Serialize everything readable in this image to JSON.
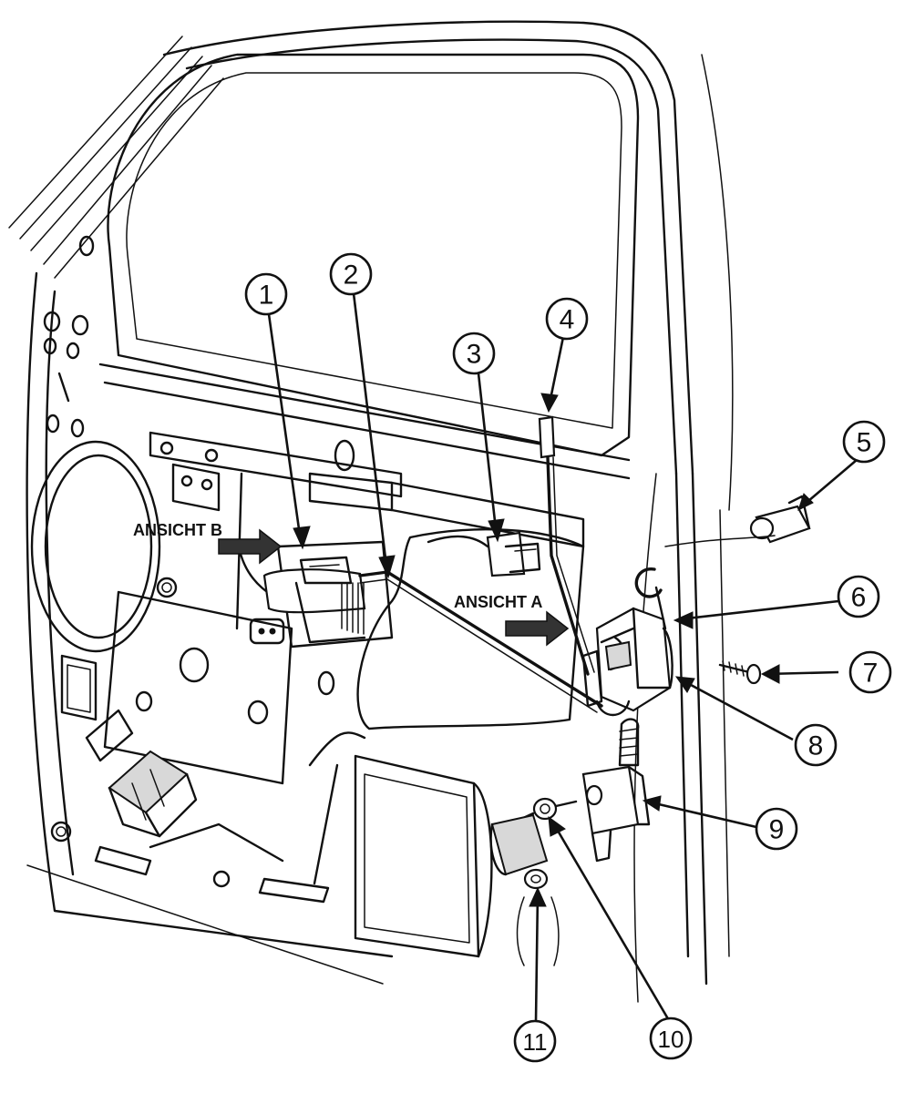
{
  "diagram": {
    "callouts": [
      {
        "id": "c1",
        "label": "1"
      },
      {
        "id": "c2",
        "label": "2"
      },
      {
        "id": "c3",
        "label": "3"
      },
      {
        "id": "c4",
        "label": "4"
      },
      {
        "id": "c5",
        "label": "5"
      },
      {
        "id": "c6",
        "label": "6"
      },
      {
        "id": "c7",
        "label": "7"
      },
      {
        "id": "c8",
        "label": "8"
      },
      {
        "id": "c9",
        "label": "9"
      },
      {
        "id": "c10",
        "label": "10"
      },
      {
        "id": "c11",
        "label": "11"
      }
    ],
    "view_labels": {
      "view_b": "ANSICHT B",
      "view_a": "ANSICHT A"
    }
  }
}
